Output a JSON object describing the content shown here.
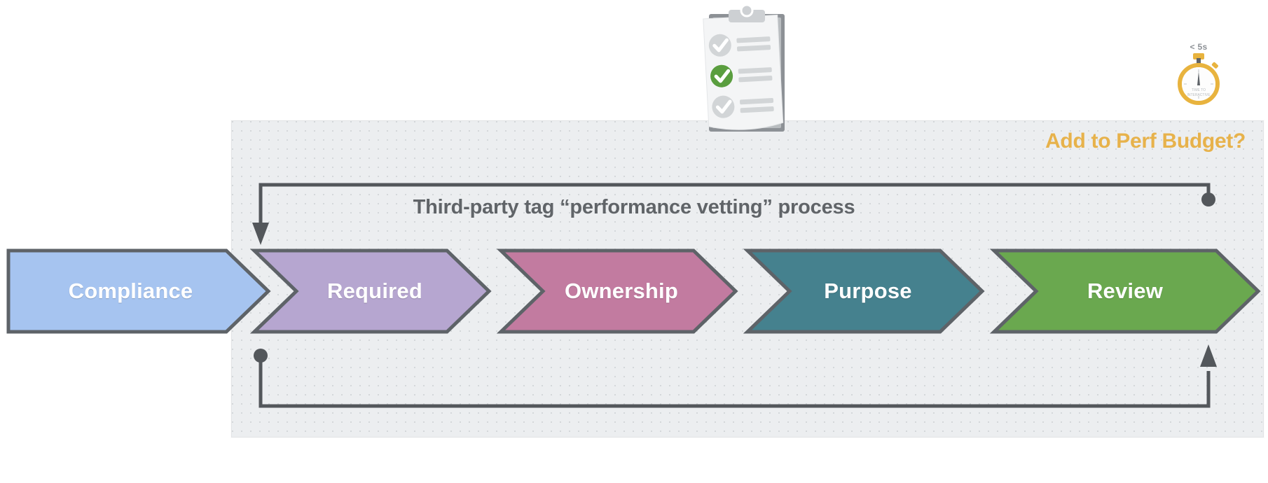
{
  "panel": {
    "background_color": "#eceef0",
    "perf_budget_label": "Add to Perf Budget?",
    "perf_budget_color": "#e7b24b"
  },
  "process": {
    "title": "Third-party tag “performance vetting” process",
    "title_color": "#606468"
  },
  "stages": [
    {
      "label": "Compliance",
      "color": "#a6c4f0",
      "border_color": "#5e6368"
    },
    {
      "label": "Required",
      "color": "#b6a6d0",
      "border_color": "#5e6368"
    },
    {
      "label": "Ownership",
      "color": "#c27ba0",
      "border_color": "#5e6368"
    },
    {
      "label": "Purpose",
      "color": "#45818e",
      "border_color": "#5e6368"
    },
    {
      "label": "Review",
      "color": "#6aa84f",
      "border_color": "#5e6368"
    }
  ],
  "feedback_loops": {
    "line_color": "#53575b",
    "top": {
      "start": "dot",
      "end": "arrow-down",
      "description": "return loop from Review back to Compliance"
    },
    "bottom": {
      "start": "dot",
      "end": "arrow-up",
      "description": "return loop from Compliance forward to Review"
    }
  },
  "illustrations": {
    "clipboard": {
      "name": "checklist-clipboard",
      "checked_item_color": "#5a9e3f",
      "unchecked_item_color": "#cfd2d4"
    },
    "stopwatch": {
      "name": "time-to-interactive-stopwatch",
      "threshold_label": "< 5s",
      "face_label_line1": "TIME TO",
      "face_label_line2": "INTERACTIVE",
      "color": "#e8b33e"
    }
  }
}
